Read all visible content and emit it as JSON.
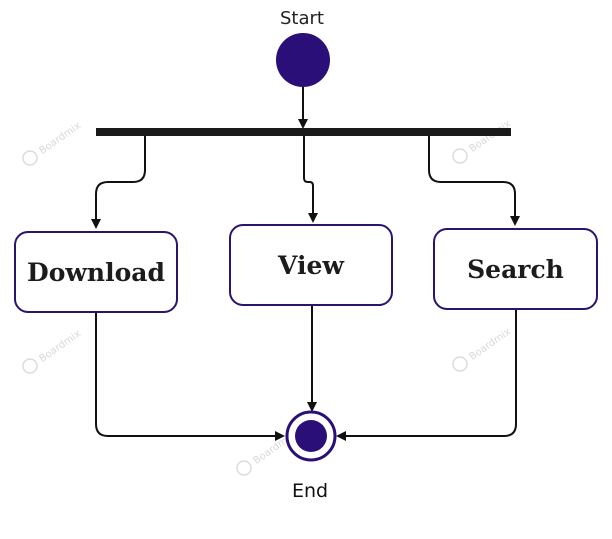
{
  "diagram": {
    "start_label": "Start",
    "end_label": "End",
    "activities": [
      {
        "id": "download",
        "label": "Download"
      },
      {
        "id": "view",
        "label": "View"
      },
      {
        "id": "search",
        "label": "Search"
      }
    ],
    "colors": {
      "node_border": "#2a1470",
      "node_fill": "#2a0f78",
      "edge": "#111111",
      "fork_bar": "#1a1a1a"
    },
    "watermark": "Boardmix"
  }
}
